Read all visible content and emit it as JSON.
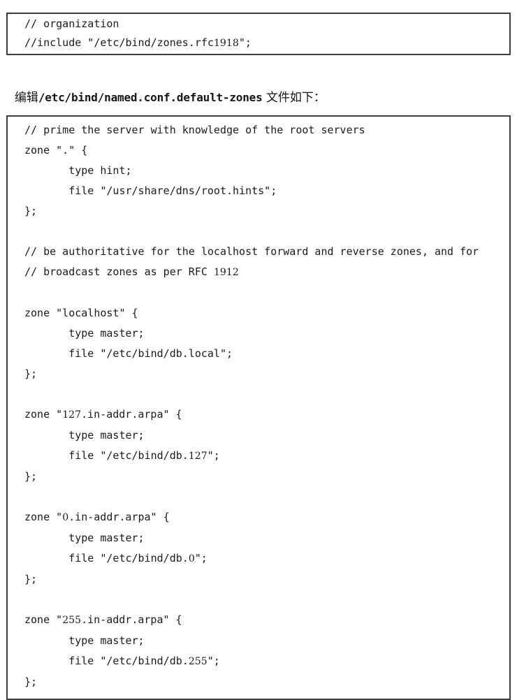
{
  "page": {
    "background": "#ffffff",
    "border_color": "#3d3d3d",
    "text_color": "#1b1b1b"
  },
  "code_block_top": {
    "lines": [
      "// organization",
      "//include \"/etc/bind/zones.rfc1918\";"
    ]
  },
  "heading": {
    "prefix": "编辑",
    "path": "/etc/bind/named.conf.default-zones",
    "suffix": " 文件如下："
  },
  "code_block_main": {
    "lines": [
      "// prime the server with knowledge of the root servers",
      "zone \".\" {",
      "       type hint;",
      "       file \"/usr/share/dns/root.hints\";",
      "};",
      "",
      "// be authoritative for the localhost forward and reverse zones, and for",
      "// broadcast zones as per RFC 1912",
      "",
      "zone \"localhost\" {",
      "       type master;",
      "       file \"/etc/bind/db.local\";",
      "};",
      "",
      "zone \"127.in-addr.arpa\" {",
      "       type master;",
      "       file \"/etc/bind/db.127\";",
      "};",
      "",
      "zone \"0.in-addr.arpa\" {",
      "       type master;",
      "       file \"/etc/bind/db.0\";",
      "};",
      "",
      "zone \"255.in-addr.arpa\" {",
      "       type master;",
      "       file \"/etc/bind/db.255\";",
      "};"
    ]
  }
}
